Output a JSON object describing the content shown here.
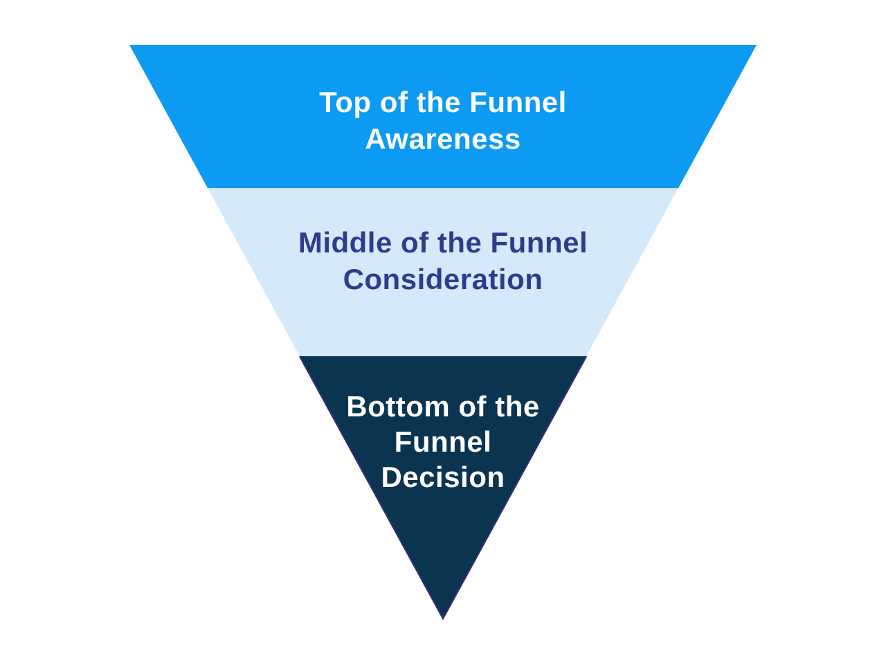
{
  "page": {
    "background_color": "#ffffff"
  },
  "funnel": {
    "stages": [
      {
        "id": "top-of-funnel",
        "line1": "Top of the Funnel",
        "line2": "Awareness",
        "fill": "#0c9af2",
        "text_color": "#ffffff"
      },
      {
        "id": "middle-of-funnel",
        "line1": "Middle of the Funnel",
        "line2": "Consideration",
        "fill": "#d4eafa",
        "text_color": "#2e3c8b"
      },
      {
        "id": "bottom-of-funnel",
        "line1": "Bottom of the",
        "line2": "Funnel",
        "line3": "Decision",
        "fill": "#0b3451",
        "stroke": "#2b2f6e",
        "text_color": "#ffffff"
      }
    ]
  }
}
